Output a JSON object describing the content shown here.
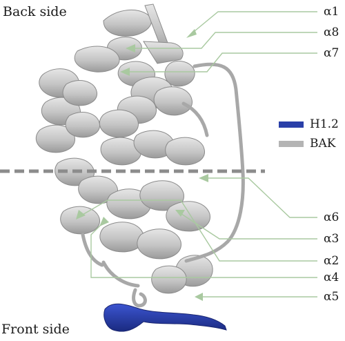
{
  "labels": {
    "back_side": "Back side",
    "front_side": "Front side"
  },
  "helices": [
    {
      "name": "α1"
    },
    {
      "name": "α8"
    },
    {
      "name": "α7"
    },
    {
      "name": "α6"
    },
    {
      "name": "α3"
    },
    {
      "name": "α2"
    },
    {
      "name": "α4"
    },
    {
      "name": "α5"
    }
  ],
  "legend": [
    {
      "label": "H1.2",
      "color": "#2a3fa8"
    },
    {
      "label": "BAK",
      "color": "#b4b4b4"
    }
  ],
  "colors": {
    "ribbon": "#c8c8c8",
    "ribbon_edge": "#8a8a8a",
    "leader": "#a9c9a0",
    "dashed_line": "#8c8c8c",
    "h12": "#2a3fa8"
  }
}
